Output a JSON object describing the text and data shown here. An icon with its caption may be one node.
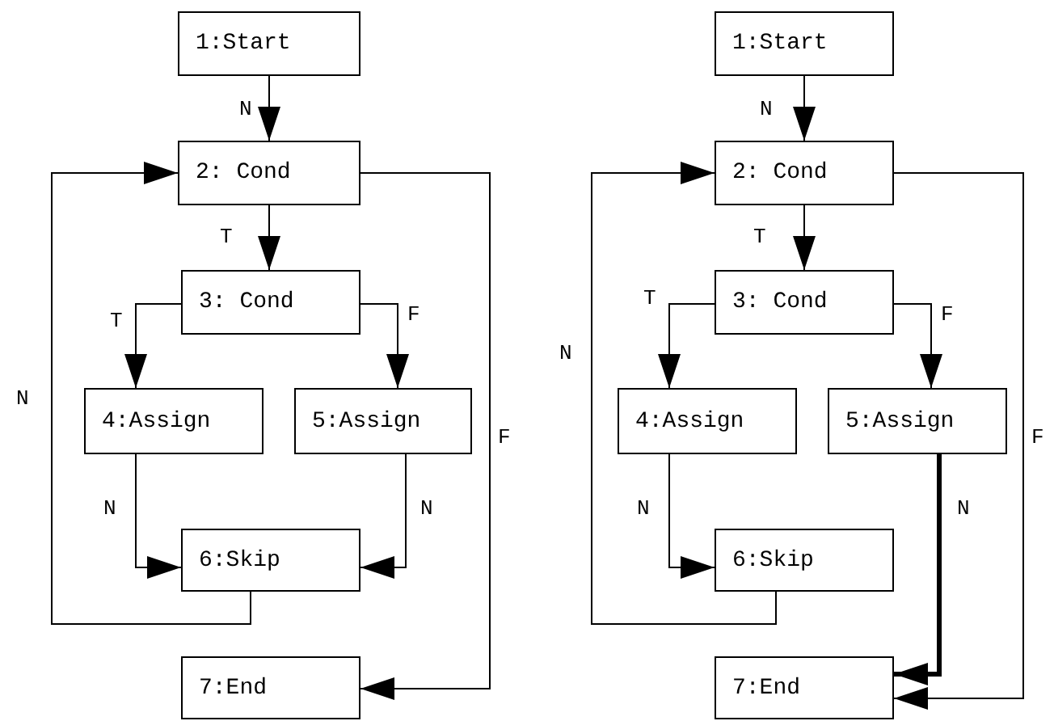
{
  "diagram": {
    "nodes": [
      {
        "text": [
          "1:Start"
        ]
      },
      {
        "text": [
          "2: Cond"
        ]
      },
      {
        "text": [
          "3: Cond"
        ]
      },
      {
        "text": [
          "4:Assign"
        ]
      },
      {
        "text": [
          "5:Assign"
        ]
      },
      {
        "text": [
          "6:Skip"
        ]
      },
      {
        "text": [
          "7:End"
        ]
      },
      {
        "text": [
          "1:Start"
        ]
      },
      {
        "text": [
          "2: Cond"
        ]
      },
      {
        "text": [
          "3: Cond"
        ]
      },
      {
        "text": [
          "4:Assign"
        ]
      },
      {
        "text": [
          "5:Assign"
        ]
      },
      {
        "text": [
          "6:Skip"
        ]
      },
      {
        "text": [
          "7:End"
        ]
      }
    ],
    "edges": [
      {
        "from": 0,
        "to": 1,
        "arrow": "to",
        "label": "N"
      },
      {
        "from": 1,
        "to": 2,
        "arrow": "to",
        "label": "T"
      },
      {
        "from": 2,
        "to": 3,
        "arrow": "to",
        "label": "T"
      },
      {
        "from": 2,
        "to": 4,
        "arrow": "to",
        "label": "F"
      },
      {
        "from": 3,
        "to": 5,
        "arrow": "to",
        "label": "N"
      },
      {
        "from": 4,
        "to": 5,
        "arrow": "to",
        "label": "N"
      },
      {
        "from": 5,
        "to": 1,
        "arrow": "to",
        "label": "N"
      },
      {
        "from": 1,
        "to": 6,
        "arrow": "to",
        "label": "F"
      },
      {
        "from": 7,
        "to": 8,
        "arrow": "to",
        "label": "N"
      },
      {
        "from": 8,
        "to": 9,
        "arrow": "to",
        "label": "T"
      },
      {
        "from": 9,
        "to": 10,
        "arrow": "to",
        "label": "T"
      },
      {
        "from": 9,
        "to": 11,
        "arrow": "to",
        "label": "F"
      },
      {
        "from": 10,
        "to": 12,
        "arrow": "to",
        "label": "N"
      },
      {
        "from": 11,
        "to": 13,
        "arrow": "to",
        "label": "N",
        "style": "thick"
      },
      {
        "from": 12,
        "to": 8,
        "arrow": "to",
        "label": "N"
      },
      {
        "from": 8,
        "to": 13,
        "arrow": "to",
        "label": "F"
      }
    ]
  }
}
